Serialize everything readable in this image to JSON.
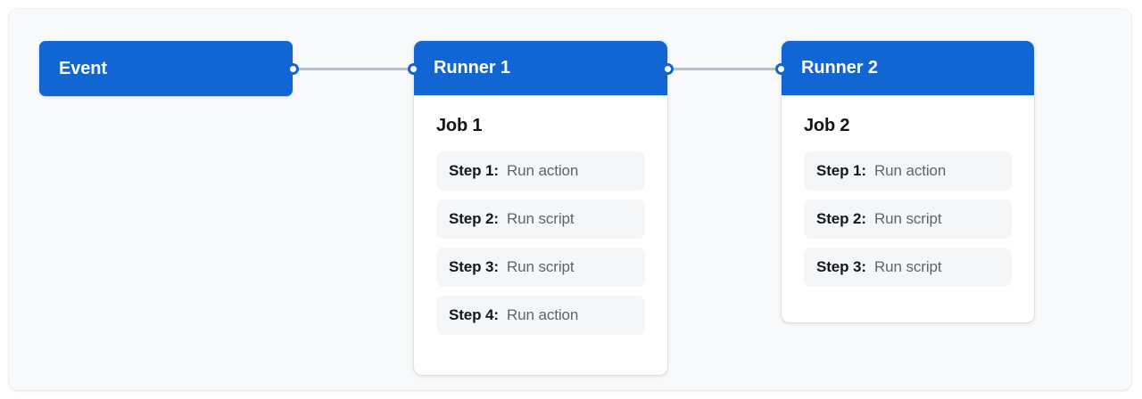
{
  "canvas": {
    "background_color": "#f7f9fa",
    "accent_color": "#1266d4",
    "edge_color": "#b9c0c7",
    "step_row_color": "#f5f6f7"
  },
  "nodes": {
    "event": {
      "label": "Event",
      "type": "event-node"
    },
    "runners": [
      {
        "title": "Runner 1",
        "job_title": "Job 1",
        "steps": [
          {
            "label": "Step 1:",
            "value": "Run action"
          },
          {
            "label": "Step 2:",
            "value": "Run script"
          },
          {
            "label": "Step 3:",
            "value": "Run script"
          },
          {
            "label": "Step 4:",
            "value": "Run action"
          }
        ]
      },
      {
        "title": "Runner 2",
        "job_title": "Job 2",
        "steps": [
          {
            "label": "Step 1:",
            "value": "Run action"
          },
          {
            "label": "Step 2:",
            "value": "Run script"
          },
          {
            "label": "Step 3:",
            "value": "Run script"
          }
        ]
      }
    ]
  },
  "edges": [
    {
      "from": "Event",
      "to": "Runner 1"
    },
    {
      "from": "Runner 1",
      "to": "Runner 2"
    }
  ]
}
